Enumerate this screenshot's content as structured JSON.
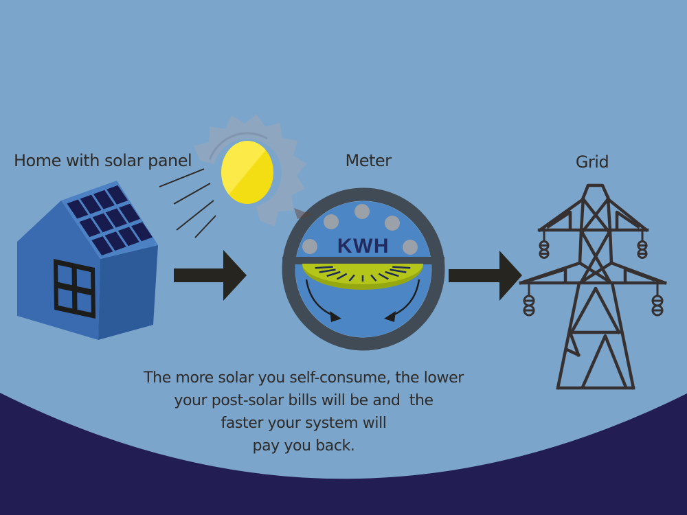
{
  "labels": {
    "home": "Home with solar panel",
    "meter": "Meter",
    "grid": "Grid"
  },
  "meter": {
    "unit": "KWH"
  },
  "caption": {
    "lines": [
      "The more solar you self-consume, the lower",
      "your post-solar bills will be and  the",
      "faster your system will",
      "pay you back."
    ]
  },
  "colors": {
    "background": "#7ba5ca",
    "wave": "#221d53",
    "text": "#2d2a28",
    "arrow": "#26251f",
    "sun_light": "#fbea47",
    "sun_dark": "#f3dd13",
    "corona": "rgba(158,168,182,0.55)",
    "corona_shadow": "rgba(96,62,50,0.45)",
    "house_front": "#3a6ab0",
    "house_side": "#2d5a99",
    "roof": "#4c81c4",
    "panel": "#171b4d",
    "window_frame": "#1c1c1a",
    "meter_ring": "#414b55",
    "meter_face": "#4c86c5",
    "meter_dot": "#9aa1a9",
    "kwh_text": "#222a5e",
    "dial": "#b4c619",
    "dial_rim": "#96a811",
    "tick": "#1c2a55",
    "meter_arrow": "#1e1e1e",
    "tower": "#363130"
  }
}
